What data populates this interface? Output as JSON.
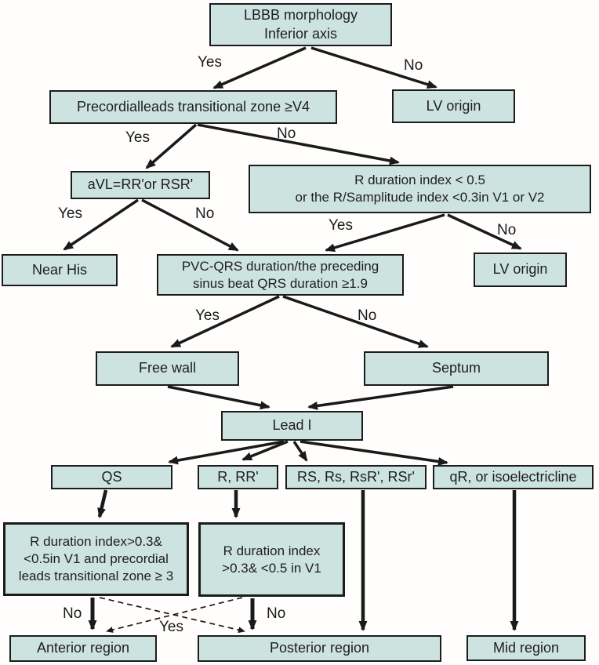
{
  "diagram": {
    "type": "flowchart",
    "background": "#fffefd"
  },
  "colors": {
    "node_fill": "#cde3e0",
    "node_border": "#1c1c1c",
    "arrow": "#1a1a1a",
    "text": "#1e1e1e"
  },
  "nodes": {
    "lbbb": {
      "label": "LBBB morphology\nInferior axis"
    },
    "precordial": {
      "label": "Precordialleads transitional zone ≥V4"
    },
    "lv_origin_1": {
      "label": "LV origin"
    },
    "avl": {
      "label": "aVL=RR'or RSR'"
    },
    "r_duration": {
      "label": "R duration index < 0.5\nor the R/Samplitude index <0.3in V1 or V2"
    },
    "near_his": {
      "label": "Near His"
    },
    "pvc_qrs": {
      "label": "PVC-QRS duration/the preceding\nsinus beat QRS duration ≥1.9"
    },
    "lv_origin_2": {
      "label": "LV origin"
    },
    "free_wall": {
      "label": "Free wall"
    },
    "septum": {
      "label": "Septum"
    },
    "lead_i": {
      "label": "Lead I"
    },
    "qs": {
      "label": "QS"
    },
    "r_rr": {
      "label": "R, RR'"
    },
    "rs_list": {
      "label": "RS, Rs, RsR', RSr'"
    },
    "qr_iso": {
      "label": "qR, or isoelectricline"
    },
    "cond_anterior": {
      "label": "R duration index>0.3&\n<0.5in V1 and precordial\nleads transitional zone ≥ 3"
    },
    "cond_posterior": {
      "label": "R duration index\n>0.3& <0.5 in V1"
    },
    "anterior": {
      "label": "Anterior region"
    },
    "posterior": {
      "label": "Posterior region"
    },
    "mid": {
      "label": "Mid region"
    }
  },
  "edges": [
    {
      "from": "lbbb",
      "to": "precordial",
      "label": "Yes",
      "style": "solid"
    },
    {
      "from": "lbbb",
      "to": "lv_origin_1",
      "label": "No",
      "style": "solid"
    },
    {
      "from": "precordial",
      "to": "avl",
      "label": "Yes",
      "style": "solid"
    },
    {
      "from": "precordial",
      "to": "r_duration",
      "label": "No",
      "style": "solid"
    },
    {
      "from": "avl",
      "to": "near_his",
      "label": "Yes",
      "style": "solid"
    },
    {
      "from": "avl",
      "to": "pvc_qrs",
      "label": "No",
      "style": "solid"
    },
    {
      "from": "r_duration",
      "to": "pvc_qrs",
      "label": "Yes",
      "style": "solid"
    },
    {
      "from": "r_duration",
      "to": "lv_origin_2",
      "label": "No",
      "style": "solid"
    },
    {
      "from": "pvc_qrs",
      "to": "free_wall",
      "label": "Yes",
      "style": "solid"
    },
    {
      "from": "pvc_qrs",
      "to": "septum",
      "label": "No",
      "style": "solid"
    },
    {
      "from": "free_wall",
      "to": "lead_i",
      "label": "",
      "style": "solid"
    },
    {
      "from": "septum",
      "to": "lead_i",
      "label": "",
      "style": "solid"
    },
    {
      "from": "lead_i",
      "to": "qs",
      "label": "",
      "style": "solid"
    },
    {
      "from": "lead_i",
      "to": "r_rr",
      "label": "",
      "style": "solid"
    },
    {
      "from": "lead_i",
      "to": "rs_list",
      "label": "",
      "style": "solid"
    },
    {
      "from": "lead_i",
      "to": "qr_iso",
      "label": "",
      "style": "solid"
    },
    {
      "from": "qs",
      "to": "cond_anterior",
      "label": "",
      "style": "solid"
    },
    {
      "from": "r_rr",
      "to": "cond_posterior",
      "label": "",
      "style": "solid"
    },
    {
      "from": "rs_list",
      "to": "posterior",
      "label": "",
      "style": "solid"
    },
    {
      "from": "qr_iso",
      "to": "mid",
      "label": "",
      "style": "solid"
    },
    {
      "from": "cond_anterior",
      "to": "anterior",
      "label": "No",
      "style": "solid"
    },
    {
      "from": "cond_anterior",
      "to": "posterior",
      "label": "Yes",
      "style": "dashed"
    },
    {
      "from": "cond_posterior",
      "to": "posterior",
      "label": "No",
      "style": "solid"
    },
    {
      "from": "cond_posterior",
      "to": "anterior",
      "label": "Yes",
      "style": "dashed"
    }
  ]
}
